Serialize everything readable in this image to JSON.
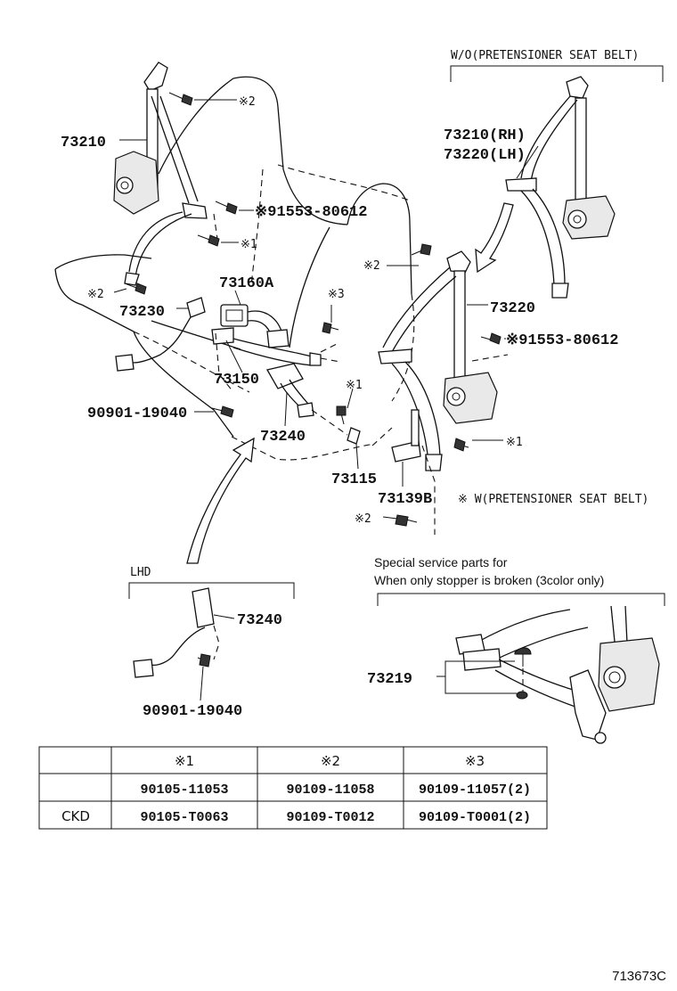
{
  "labels": {
    "wo_pretensioner": "W/O(PRETENSIONER SEAT BELT)",
    "w_pretensioner": "※ W(PRETENSIONER SEAT BELT)",
    "lhd": "LHD",
    "special_line1": "Special service parts for",
    "special_line2": "When only stopper is broken (3color only)",
    "ref_code": "713673C"
  },
  "parts": {
    "p73210": "73210",
    "p73210rh": "73210(RH)",
    "p73220lh": "73220(LH)",
    "p73220": "73220",
    "p73160a": "73160A",
    "p73230": "73230",
    "p73150": "73150",
    "p73240": "73240",
    "p73240_lhd": "73240",
    "p73115": "73115",
    "p73139b": "73139B",
    "p73219": "73219",
    "p90901": "90901-19040",
    "p90901_lhd": "90901-19040",
    "p91553_left": "※91553-80612",
    "p91553_right": "※91553-80612"
  },
  "markers": {
    "m2_top": "※2",
    "m1_left": "※1",
    "m2_left": "※2",
    "m3": "※3",
    "m2_mid": "※2",
    "m1_mid": "※1",
    "m1_right": "※1",
    "m2_bottom": "※2"
  },
  "table": {
    "header": [
      "",
      "※1",
      "※2",
      "※3"
    ],
    "rows": [
      [
        "",
        "90105-11053",
        "90109-11058",
        "90109-11057(2)"
      ],
      [
        "CKD",
        "90105-T0063",
        "90109-T0012",
        "90109-T0001(2)"
      ]
    ]
  }
}
